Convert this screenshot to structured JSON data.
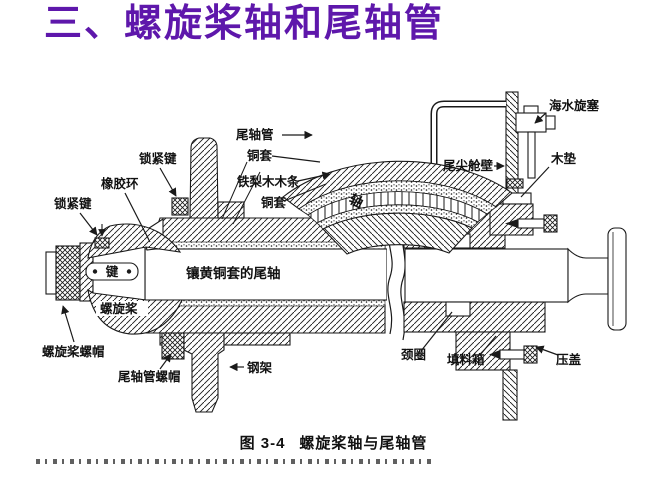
{
  "slide": {
    "title": "三、螺旋桨轴和尾轴管"
  },
  "caption": {
    "figure_number": "图 3-4",
    "figure_title": "螺旋桨轴与尾轴管"
  },
  "labels": {
    "lock_key_upper": "锁紧键",
    "rubber_ring": "橡胶环",
    "lock_key_left": "锁紧键",
    "key": "键",
    "propeller": "螺旋桨",
    "propeller_nut": "螺旋桨螺帽",
    "stern_tube_nut": "尾轴管螺帽",
    "steel_frame": "钢架",
    "brass_sleeved_shaft": "镶黄铜套的尾轴",
    "inset_stern_tube": "尾轴管",
    "inset_bronze_sleeve_outer": "铜套",
    "inset_lignum_vitae_strips": "铁梨木木条",
    "inset_bronze_sleeve_inner": "铜套",
    "inset_shaft": "轴",
    "seawater_cock": "海水旋塞",
    "aft_peak_bulkhead": "尾尖舱壁",
    "wood_pad": "木垫",
    "collar": "颈圈",
    "stuffing_box": "填料箱",
    "gland": "压盖"
  },
  "colors": {
    "title": "#5e17ab",
    "ink": "#1a1a1a",
    "background": "#ffffff"
  }
}
